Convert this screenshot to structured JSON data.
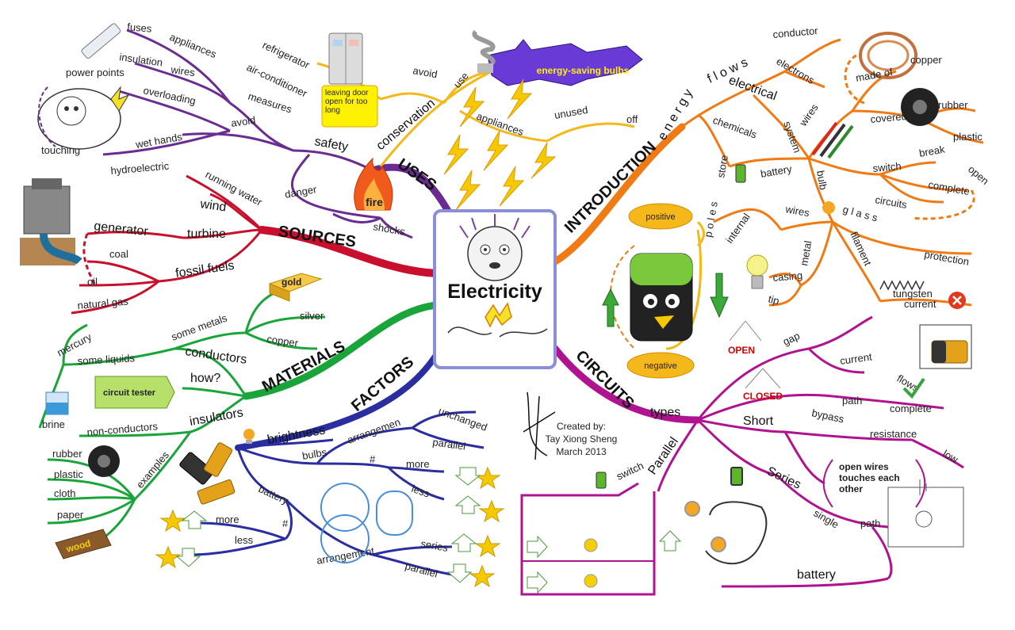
{
  "center": {
    "title": "Electricity"
  },
  "credit": {
    "line1": "Created by:",
    "line2": "Tay Xiong Sheng",
    "line3": "March 2013"
  },
  "colors": {
    "uses": "#f5b81a",
    "safety": "#6a2c91",
    "sources": "#c8102e",
    "materials": "#1aa53a",
    "factors": "#2a2ea0",
    "circuits": "#b0138f",
    "intro": "#f07a13"
  },
  "uses": {
    "title": "USES",
    "conservation": "conservation",
    "use": "use",
    "avoid": "avoid",
    "refrigerator": "refrigerator",
    "air_conditioner": "air-conditioner",
    "leaving_note": "leaving door open for too long",
    "energy_bulbs": "energy-saving bulbs",
    "appliances": "appliances",
    "unused": "unused",
    "off": "off"
  },
  "safety": {
    "title": "safety",
    "measures": "measures",
    "avoid": "avoid",
    "danger": "danger",
    "fire": "fire",
    "shocks": "shocks",
    "fuses": "fuses",
    "appliances": "appliances",
    "insulation": "insulation",
    "wires": "wires",
    "power_points": "power points",
    "overloading": "overloading",
    "wet_hands": "wet hands",
    "touching": "touching"
  },
  "sources": {
    "title": "SOURCES",
    "hydroelectric": "hydroelectric",
    "running_water": "running water",
    "wind": "wind",
    "generator": "generator",
    "turbine": "turbine",
    "coal": "coal",
    "fossil_fuels": "fossil fuels",
    "oil": "oil",
    "natural_gas": "natural gas"
  },
  "materials": {
    "title": "MATERIALS",
    "some_metals": "some metals",
    "gold": "gold",
    "silver": "silver",
    "copper": "copper",
    "conductors": "conductors",
    "mercury": "mercury",
    "some_liquids": "some liquids",
    "how": "how?",
    "circuit_tester": "circuit tester",
    "insulators": "insulators",
    "non_conductors": "non-conductors",
    "brine": "brine",
    "examples": "examples",
    "rubber": "rubber",
    "plastic": "plastic",
    "cloth": "cloth",
    "paper": "paper",
    "wood": "wood"
  },
  "factors": {
    "title": "FACTORS",
    "brightness": "brightness",
    "bulbs": "bulbs",
    "arrangement_top": "arrangemen",
    "unchanged": "unchanged",
    "parallel_top": "parallel",
    "hash_top": "#",
    "more_top": "more",
    "less_top": "less",
    "battery": "battery",
    "hash_bottom": "#",
    "more_bottom": "more",
    "less_bottom": "less",
    "arrangement_bottom": "arrangement",
    "series": "series",
    "parallel_bottom": "parallel"
  },
  "circuits": {
    "title": "CIRCUITS",
    "types": "types",
    "gap": "gap",
    "open": "OPEN",
    "closed": "CLOSED",
    "current": "current",
    "flows": "flows",
    "path": "path",
    "complete": "complete",
    "short": "Short",
    "bypass": "bypass",
    "resistance": "resistance",
    "low": "low",
    "parallel": "Parallel",
    "series": "Series",
    "switch": "switch",
    "open_wires": "open wires touches each other",
    "single": "single",
    "path_series": "path",
    "battery": "battery"
  },
  "intro": {
    "title": "INTRODUCTION",
    "energy": "e n e r g y",
    "flows": "f l o w s",
    "electrical": "electrical",
    "conductor": "conductor",
    "electrons": "electrons",
    "system": "system",
    "wires": "wires",
    "made_of": "made of",
    "copper": "copper",
    "covered": "covered",
    "rubber": "rubber",
    "plastic": "plastic",
    "chemicals": "chemicals",
    "store": "store",
    "battery": "battery",
    "bulb": "bulb",
    "switch": "switch",
    "break": "break",
    "open": "open",
    "complete": "complete",
    "circuits": "circuits",
    "positive": "positive",
    "negative": "negative",
    "poles": "p o l e s",
    "internal": "internal",
    "wires2": "wires",
    "glass": "g l a s s",
    "metal": "metal",
    "filament": "filament",
    "protection": "protection",
    "casing": "casing",
    "tip": "tip",
    "tungsten": "tungsten",
    "current": "current"
  }
}
